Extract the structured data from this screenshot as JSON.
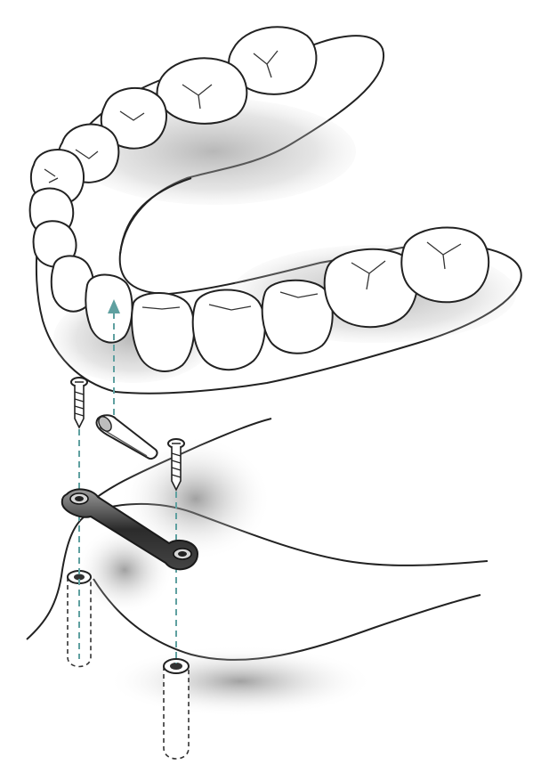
{
  "figure": {
    "caption": "",
    "colors": {
      "background": "#ffffff",
      "outline": "#222222",
      "gingiva_shade": "#8a8a8a",
      "guide_line": "#5fa0a0",
      "bar_metal": "#2b2b2b"
    },
    "components": {
      "denture": "overdenture-arch",
      "clip": "retention-clip",
      "bar": "connecting-bar",
      "screws": [
        "left-screw",
        "right-screw"
      ],
      "implants": [
        "left-implant",
        "right-implant"
      ],
      "jaw": "edentulous-mandible"
    }
  }
}
